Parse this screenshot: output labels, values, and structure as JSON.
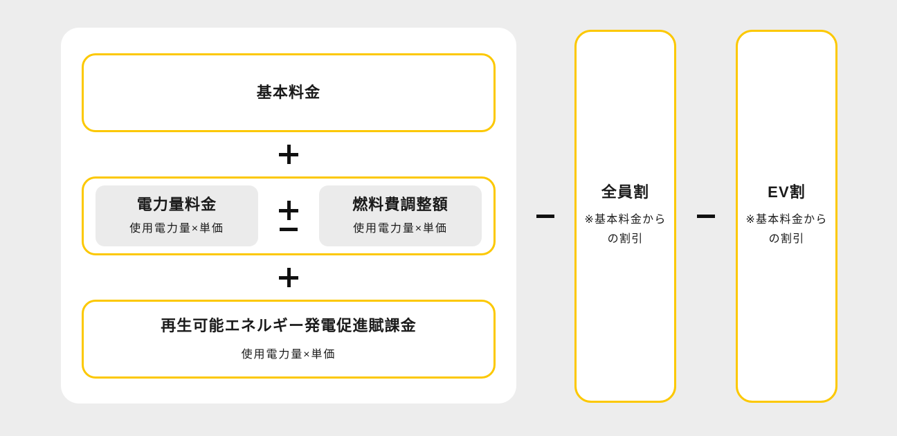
{
  "canvas": {
    "background_color": "#EDEDED",
    "accent_color": "#FCC800",
    "text_color": "#1A1A1A"
  },
  "formula": {
    "base_fee": {
      "title": "基本料金"
    },
    "usage_group": {
      "energy_fee": {
        "title": "電力量料金",
        "subtitle": "使用電力量×単価"
      },
      "fuel_adjustment": {
        "title": "燃料費調整額",
        "subtitle": "使用電力量×単価"
      }
    },
    "renewable_levy": {
      "title": "再生可能エネルギー発電促進賦課金",
      "subtitle": "使用電力量×単価"
    }
  },
  "operators": {
    "plus_icon": "＋",
    "minus_icon": "−",
    "plus_minus_icon": "＋/−"
  },
  "discounts": [
    {
      "title": "全員割",
      "note": "※基本料金から\nの割引"
    },
    {
      "title": "EV割",
      "note": "※基本料金から\nの割引"
    }
  ]
}
